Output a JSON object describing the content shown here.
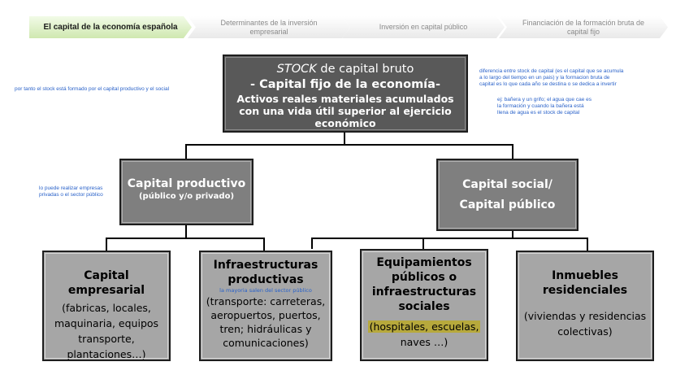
{
  "steps": [
    "El capital de la economía española",
    "Determinantes de la inversión empresarial",
    "Inversión en capital público",
    "Financiación de la formación bruta de capital fijo"
  ],
  "top": {
    "title_em": "STOCK",
    "title_rest": " de capital bruto",
    "line2": "- Capital fijo de la economía-",
    "line3": "Activos reales materiales acumulados con una vida útil superior al ejercicio económico"
  },
  "left_mid": {
    "title": "Capital productivo",
    "sub": "(público y/o privado)"
  },
  "right_mid": {
    "line1": "Capital social/",
    "line2": "Capital público"
  },
  "leaves": {
    "empresarial": {
      "title": "Capital empresarial",
      "body": "(fabricas, locales, maquinaria, equipos transporte, plantaciones…)"
    },
    "infra": {
      "title": "Infraestructuras productivas",
      "note": "la mayoria salen del sector público",
      "body": "(transporte: carreteras, aeropuertos, puertos, tren; hidráulicas y comunicaciones)"
    },
    "equip": {
      "title": "Equipamientos públicos o infraestructuras sociales",
      "highlight": "(hospitales, escuelas,",
      "body_end": "naves …)"
    },
    "inmuebles": {
      "title": "Inmuebles residenciales",
      "body": "(viviendas y residencias colectivas)"
    }
  },
  "notes": {
    "left_top": "por tanto el stock está formado por el capital productivo y el social",
    "left_mid_a": "lo puede realizar empresas",
    "left_mid_b": "privadas o el sector público",
    "right_a": "diferencia entre stock de capital (es el capital que se acumula",
    "right_b": "a lo largo del tiempo en un pais) y la formacion bruta de",
    "right_c": "capital es lo que cada año se destina o se dedica a invertir",
    "right_d": "ej: bañera y un grifo; el agua que cae es",
    "right_e": "la formación y cuando la bañera está",
    "right_f": "llena de agua es el stock de capital"
  },
  "colors": {
    "dark": "#595959",
    "mid": "#7f7f7f",
    "light": "#a6a6a6",
    "note": "#2a62c9",
    "active_step": "#cfe8b0",
    "highlight": "#b7a93c"
  }
}
